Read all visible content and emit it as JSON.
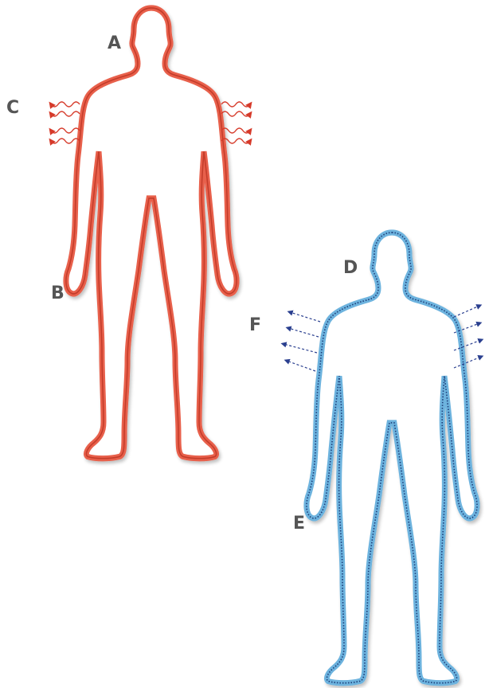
{
  "labels": {
    "a": "A",
    "b": "B",
    "c": "C",
    "d": "D",
    "e": "E",
    "f": "F"
  },
  "colors": {
    "warm_outline": "#e8604c",
    "warm_inner": "#c43c2c",
    "cool_outline": "#6db3de",
    "cool_dots": "#1f3f7a",
    "heat_waves": "#d63a2a",
    "cool_arrows": "#2a3f8f",
    "label_text": "#555555"
  },
  "icons": {
    "warm_figure": "human-silhouette-icon",
    "cool_figure": "human-silhouette-icon",
    "heat": "wavy-heat-arrow-icon",
    "cold": "dashed-arrow-icon"
  }
}
